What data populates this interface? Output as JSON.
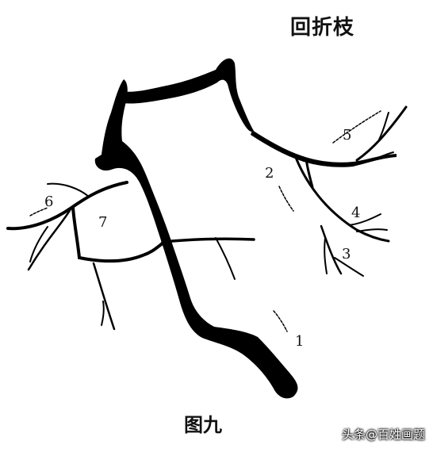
{
  "title": "回折枝",
  "caption": "图九",
  "watermark": "头条@百姓画题",
  "labels": {
    "l1": "1",
    "l2": "2",
    "l3": "3",
    "l4": "4",
    "l5": "5",
    "l6": "6",
    "l7": "7"
  },
  "colors": {
    "ink": "#000000",
    "background": "#ffffff"
  }
}
